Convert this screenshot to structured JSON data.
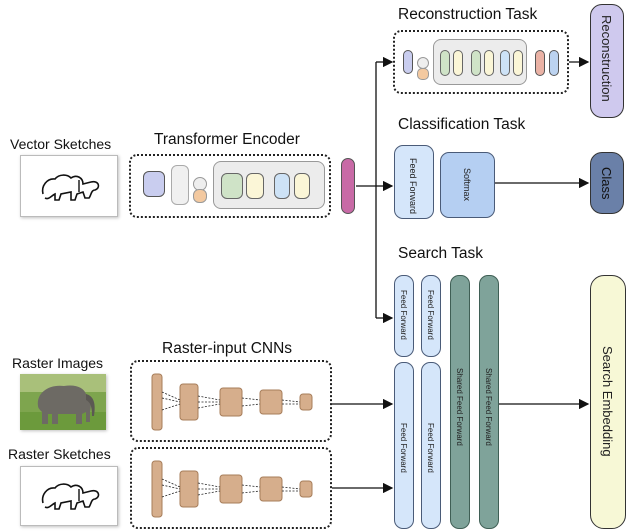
{
  "inputs": {
    "vector_sketches": "Vector Sketches",
    "raster_images": "Raster Images",
    "raster_sketches": "Raster Sketches"
  },
  "encoders": {
    "transformer_encoder": "Transformer Encoder",
    "raster_cnns": "Raster-input CNNs"
  },
  "tasks": {
    "reconstruction": "Reconstruction Task",
    "classification": "Classification Task",
    "search": "Search Task"
  },
  "layers": {
    "feed_forward": "Feed Forward",
    "softmax": "Softmax",
    "shared_feed_forward": "Shared Feed Forward"
  },
  "outputs": {
    "reconstruction": "Reconstruction",
    "class": "Class",
    "search_embedding": "Search Embedding"
  },
  "colors": {
    "feed_forward": "#d5e6fa",
    "softmax": "#b5cff2",
    "shared": "#7fa39a",
    "recon_out": "#cfc9ee",
    "class_out": "#6a80a8",
    "search_out": "#f7f8d6",
    "cnn_block": "#d6ae8c",
    "embed_bar": "#c86aa6"
  }
}
